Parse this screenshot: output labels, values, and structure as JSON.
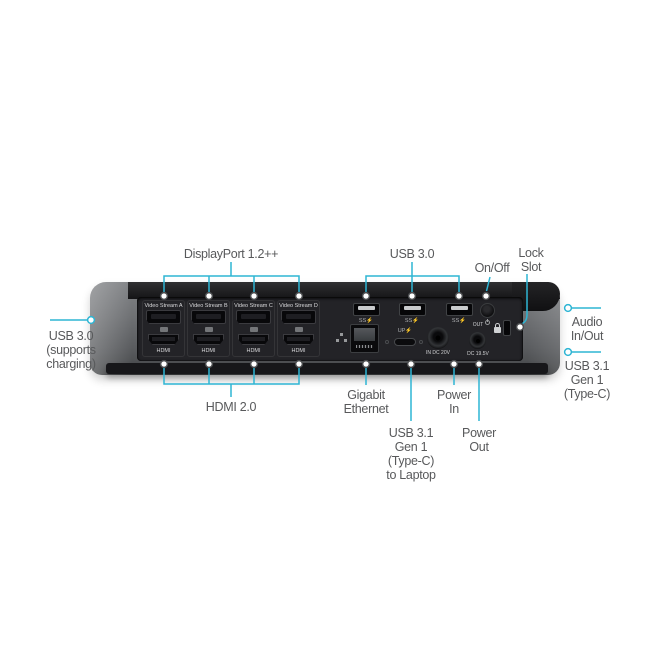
{
  "colors": {
    "accent": "#2eb5d4",
    "label_text": "#58595b"
  },
  "callouts": {
    "displayport": {
      "label": "DisplayPort 1.2++"
    },
    "usb30_top": {
      "label": "USB 3.0"
    },
    "on_off": {
      "label": "On/Off"
    },
    "lock_slot": {
      "lines": [
        "Lock",
        "Slot"
      ]
    },
    "usb30_left": {
      "lines": [
        "USB 3.0",
        "(supports",
        "charging)"
      ]
    },
    "audio_right": {
      "lines": [
        "Audio",
        "In/Out"
      ]
    },
    "usb31_right": {
      "lines": [
        "USB 3.1",
        "Gen 1",
        "(Type-C)"
      ]
    },
    "hdmi": {
      "label": "HDMI 2.0"
    },
    "gigabit": {
      "lines": [
        "Gigabit",
        "Ethernet"
      ]
    },
    "usb31_bottom": {
      "lines": [
        "USB 3.1",
        "Gen 1",
        "(Type-C)",
        "to Laptop"
      ]
    },
    "power_in": {
      "lines": [
        "Power",
        "In"
      ]
    },
    "power_out": {
      "lines": [
        "Power",
        "Out"
      ]
    }
  },
  "dock": {
    "video_sections": [
      {
        "label": "Video Stream A",
        "hdmi": "HDMI"
      },
      {
        "label": "Video Stream B",
        "hdmi": "HDMI"
      },
      {
        "label": "Video Stream C",
        "hdmi": "HDMI"
      },
      {
        "label": "Video Stream D",
        "hdmi": "HDMI"
      }
    ],
    "usb_ss_label": "SS⚡",
    "usbc_label": "UP⚡",
    "power_in_label": "IN DC 20V",
    "power_out_label_top": "OUT",
    "power_out_label_bottom": "DC 19.5V"
  }
}
